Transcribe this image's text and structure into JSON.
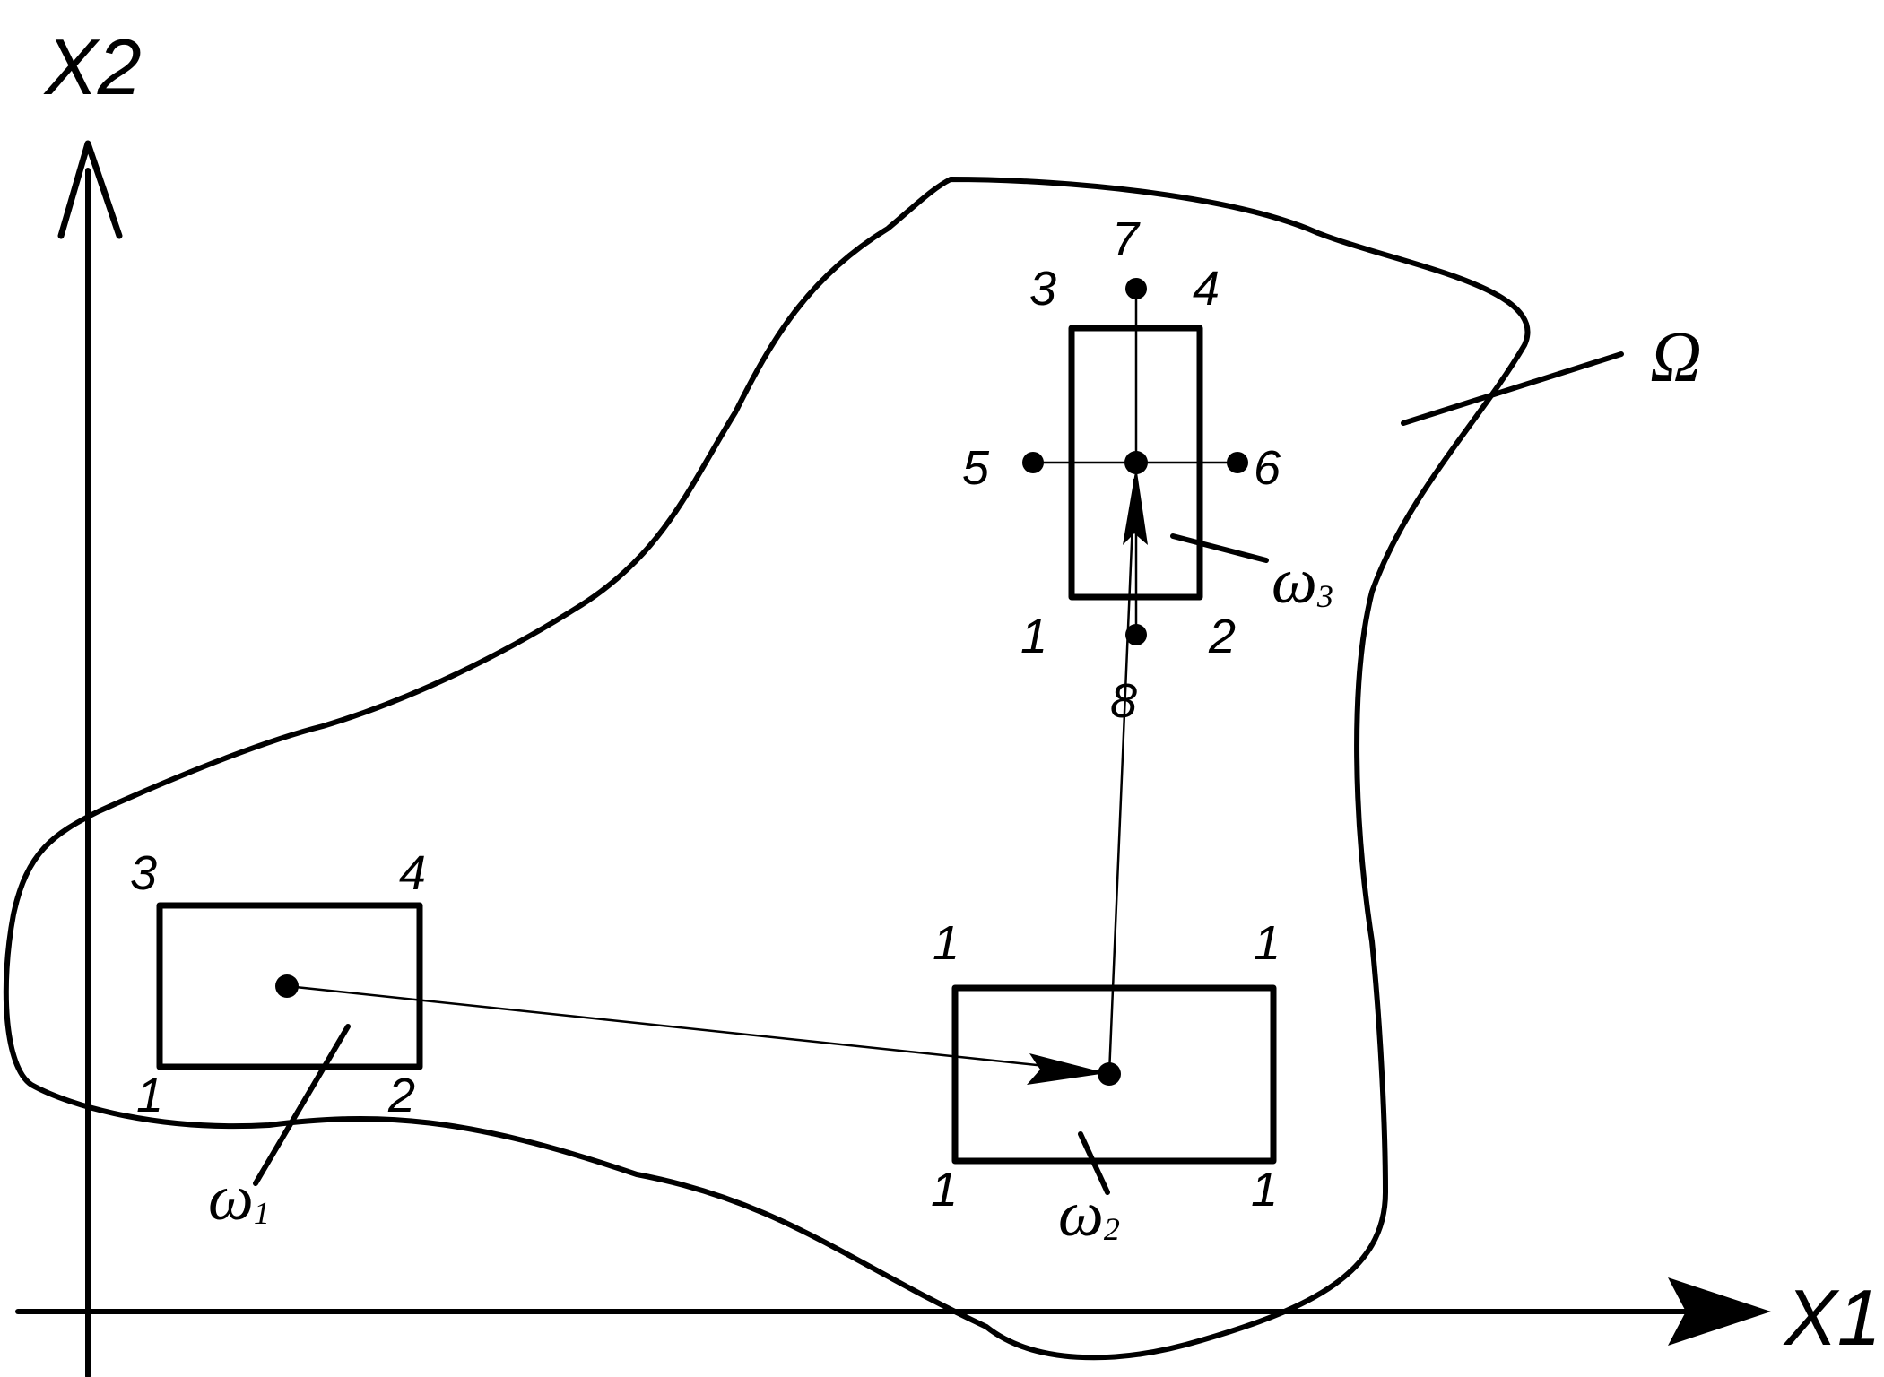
{
  "axes": {
    "x_label": "X1",
    "y_label": "X2"
  },
  "domain": {
    "label": "Ω"
  },
  "regions": [
    {
      "symbol": "ω",
      "index": "1",
      "corners": [
        "3",
        "4",
        "1",
        "2"
      ]
    },
    {
      "symbol": "ω",
      "index": "2",
      "corners": [
        "1",
        "1",
        "1",
        "1"
      ]
    },
    {
      "symbol": "ω",
      "index": "3",
      "corners": [
        "3",
        "4",
        "1",
        "2"
      ]
    }
  ],
  "points": [
    "5",
    "6",
    "7",
    "8"
  ],
  "colors": {
    "stroke": "#000000",
    "background": "#ffffff"
  }
}
